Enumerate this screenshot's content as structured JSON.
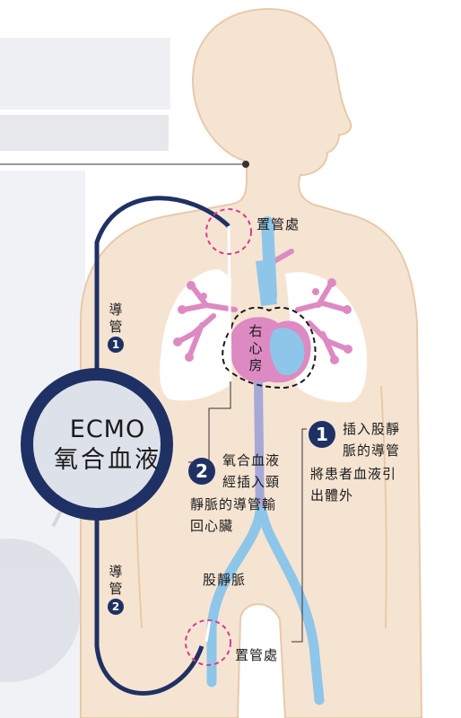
{
  "labels": {
    "insertion_site_top": "置管處",
    "insertion_site_bottom": "置管處",
    "right_atrium": [
      "右",
      "心",
      "房"
    ],
    "femoral_vein": "股靜脈",
    "cannula_1": [
      "導",
      "管"
    ],
    "cannula_1_num": "1",
    "cannula_2": [
      "導",
      "管"
    ],
    "cannula_2_num": "2",
    "ecmo_en": "ECMO",
    "ecmo_zh": "氧合血液",
    "step1_num": "1",
    "step1_lines": [
      "插入股靜",
      "脈的導管",
      "將患者血液引",
      "出體外"
    ],
    "step2_num": "2",
    "step2_lines": [
      "氧合血液",
      "經插入頸",
      "靜脈的導管輸",
      "回心臟"
    ]
  },
  "colors": {
    "skin": "#f6e4d2",
    "skin_outline": "#e8c9a9",
    "lung": "#ffffff",
    "vein": "#8ec6ea",
    "artery_pink": "#dd8ac3",
    "tube_navy": "#1f3164",
    "ecmo_fill": "#dde1ea",
    "dashed_circle": "#d63b8c"
  },
  "icons": [
    "virus-icon",
    "pointer-dot-icon"
  ]
}
